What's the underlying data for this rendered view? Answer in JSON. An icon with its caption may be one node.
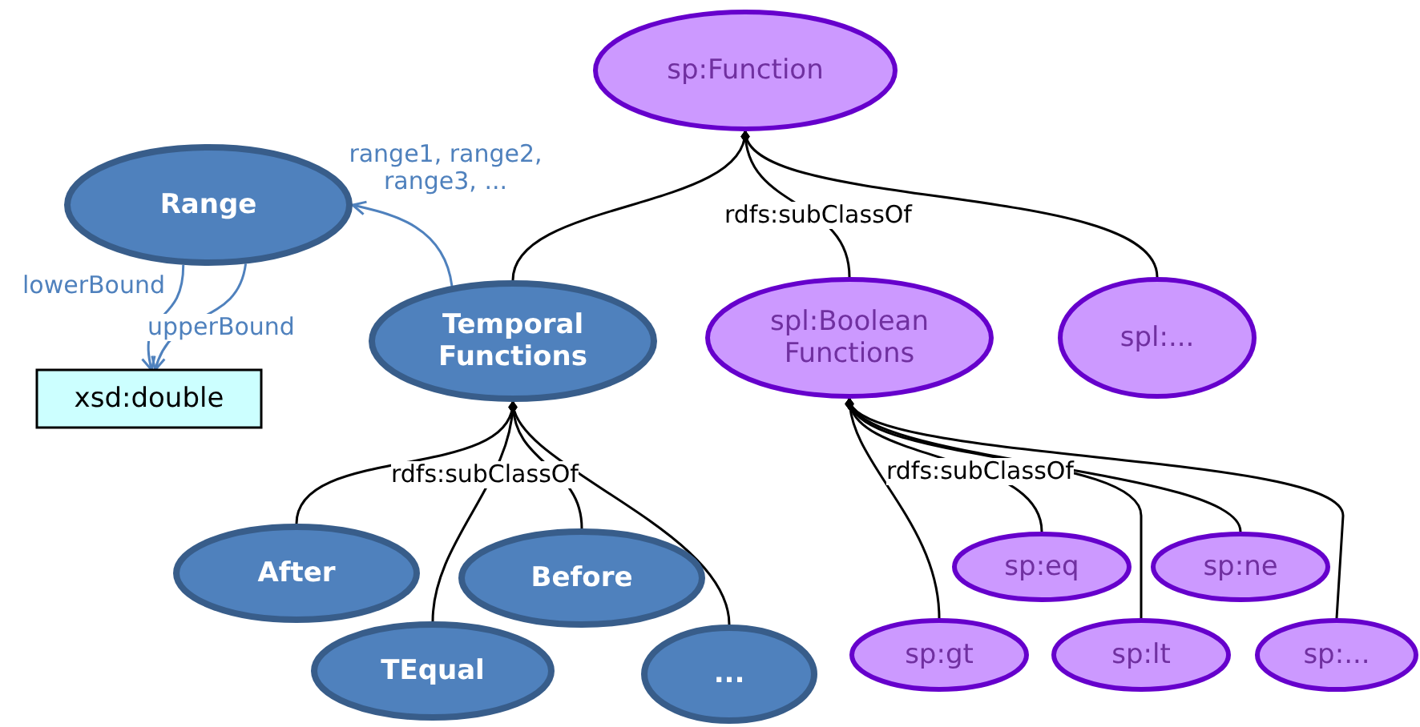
{
  "diagram": {
    "nodes": [
      {
        "text": [
          "sp:Function"
        ]
      },
      {
        "text": [
          "Range"
        ]
      },
      {
        "text": [
          "xsd:double"
        ]
      },
      {
        "text": [
          "Temporal Functions"
        ]
      },
      {
        "text": [
          "spl:Boolean Functions"
        ]
      },
      {
        "text": [
          "spl:..."
        ]
      },
      {
        "text": [
          "After"
        ]
      },
      {
        "text": [
          "Before"
        ]
      },
      {
        "text": [
          "TEqual"
        ]
      },
      {
        "text": [
          "..."
        ]
      },
      {
        "text": [
          "sp:eq"
        ]
      },
      {
        "text": [
          "sp:ne"
        ]
      },
      {
        "text": [
          "sp:gt"
        ]
      },
      {
        "text": [
          "sp:lt"
        ]
      },
      {
        "text": [
          "sp:..."
        ]
      }
    ],
    "edges": [
      {
        "from": 3,
        "to": 0,
        "arrow": "other"
      },
      {
        "from": 4,
        "to": 0,
        "arrow": "other",
        "label": "rdfs:subClassOf"
      },
      {
        "from": 5,
        "to": 0,
        "arrow": "other"
      },
      {
        "from": 6,
        "to": 3,
        "arrow": "other"
      },
      {
        "from": 8,
        "to": 3,
        "arrow": "other",
        "label": "rdfs:subClassOf"
      },
      {
        "from": 7,
        "to": 3,
        "arrow": "other"
      },
      {
        "from": 9,
        "to": 3,
        "arrow": "other"
      },
      {
        "from": 12,
        "to": 4,
        "arrow": "other"
      },
      {
        "from": 10,
        "to": 4,
        "arrow": "other",
        "label": "rdfs:subClassOf"
      },
      {
        "from": 13,
        "to": 4,
        "arrow": "other"
      },
      {
        "from": 11,
        "to": 4,
        "arrow": "other"
      },
      {
        "from": 14,
        "to": 4,
        "arrow": "other"
      },
      {
        "from": 1,
        "to": 2,
        "arrow": "to",
        "label": "lowerBound",
        "color": "#4f81bd"
      },
      {
        "from": 1,
        "to": 2,
        "arrow": "to",
        "label": "upperBound",
        "color": "#4f81bd"
      },
      {
        "from": 3,
        "to": 1,
        "arrow": "to",
        "label": "range1, range2, range3, ...",
        "color": "#4f81bd"
      }
    ]
  }
}
